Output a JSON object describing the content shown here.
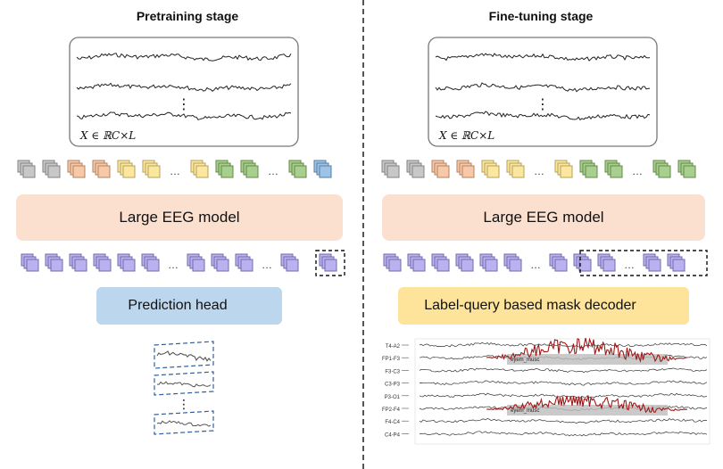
{
  "left": {
    "title": "Pretraining stage",
    "signal_label": "X ∈ ℝ^{C×L}",
    "signal_label_text": "X ∈ ℝC×L",
    "token_row_ellipsis": "…",
    "model_label": "Large EEG model",
    "model_icon": "fire-icon",
    "head_label": "Prediction head",
    "head_icon": "fire-icon",
    "output_ellipsis": "⋮"
  },
  "right": {
    "title": "Fine-tuning stage",
    "signal_label": "X ∈ ℝ^{C×L}",
    "model_label": "Large EEG model",
    "model_icons": [
      "snowflake-icon",
      "fire-icon"
    ],
    "decoder_label": "Label-query based mask decoder",
    "decoder_icon": "fire-icon",
    "channels": [
      "T4-A2",
      "FP1-F3",
      "F3-C3",
      "C3-P3",
      "P3-O1",
      "FP2-F4",
      "F4-C4",
      "C4-P4"
    ],
    "artifact_labels": [
      "eyem_musc",
      "eyem_musc"
    ]
  },
  "colors": {
    "gray_token": "#c8c8c8",
    "orange_token": "#f7c9a8",
    "yellow_token": "#fbe7a0",
    "green_token": "#a9cf8e",
    "blue_token": "#9dc3e6",
    "purple_token": "#b9b1f0",
    "model_block": "#fbe0d0",
    "prediction_head": "#bcd6ee",
    "mask_decoder": "#fde49a",
    "fire": "#e8342b",
    "snowflake": "#3a78c8",
    "artifact_signal": "#a01818"
  }
}
